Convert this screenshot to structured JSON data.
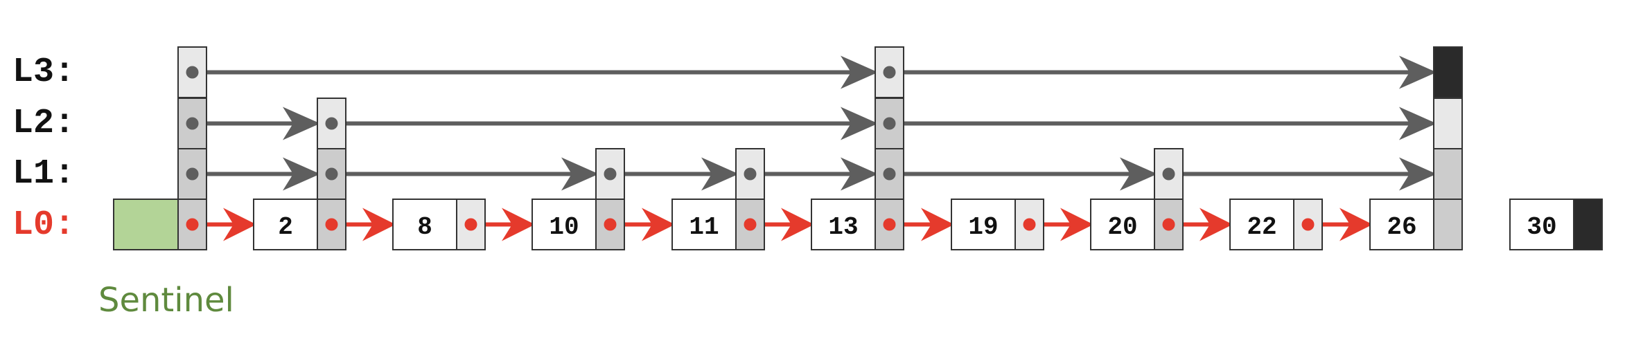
{
  "levels": [
    {
      "label": "L3:",
      "color": "#111111"
    },
    {
      "label": "L2:",
      "color": "#111111"
    },
    {
      "label": "L1:",
      "color": "#111111"
    },
    {
      "label": "L0:",
      "color": "#e53a2c"
    }
  ],
  "sentinel": {
    "label": "Sentinel",
    "color": "#b3d497",
    "text_color": "#5f8a3e",
    "height": 4
  },
  "nodes": [
    {
      "key": "2",
      "height": 3
    },
    {
      "key": "8",
      "height": 1
    },
    {
      "key": "10",
      "height": 2
    },
    {
      "key": "11",
      "height": 2
    },
    {
      "key": "13",
      "height": 4
    },
    {
      "key": "19",
      "height": 1
    },
    {
      "key": "20",
      "height": 2
    },
    {
      "key": "22",
      "height": 1
    },
    {
      "key": "26",
      "height": 3
    },
    {
      "key": "30",
      "height": 0
    }
  ],
  "colors": {
    "pointer_light": "#e8e8e8",
    "pointer_mid": "#cccccc",
    "terminal": "#2a2a2a",
    "top_arrow": "#5e5e5e",
    "bottom_arrow": "#e53a2c",
    "border": "#333333"
  }
}
